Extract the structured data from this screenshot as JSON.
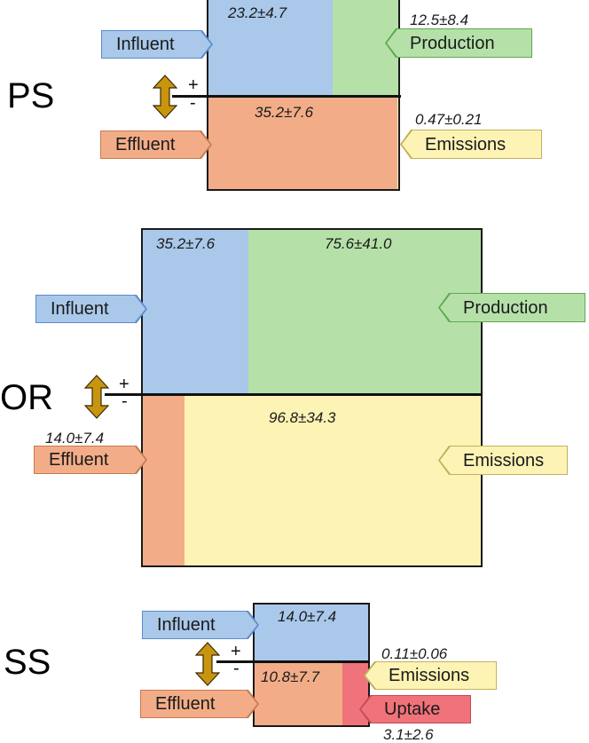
{
  "diagrams": {
    "ps": {
      "label": "PS",
      "influent": "23.2±4.7",
      "production": "12.5±8.4",
      "effluent": "35.2±7.6",
      "emissions": "0.47±0.21"
    },
    "or": {
      "label": "OR",
      "influent": "35.2±7.6",
      "production": "75.6±41.0",
      "effluent": "14.0±7.4",
      "emissions": "96.8±34.3"
    },
    "ss": {
      "label": "SS",
      "influent": "14.0±7.4",
      "effluent": "10.8±7.7",
      "emissions": "0.11±0.06",
      "uptake": "3.1±2.6"
    }
  },
  "tags": {
    "influent": "Influent",
    "production": "Production",
    "effluent": "Effluent",
    "emissions": "Emissions",
    "uptake": "Uptake"
  },
  "signs": {
    "plus": "+",
    "minus": "-"
  },
  "colors": {
    "influent": "#a9c8ea",
    "production": "#b5e1a8",
    "effluent": "#f2ad88",
    "emissions": "#fcf3b5",
    "uptake": "#f0727a",
    "arrow": "#c8950f"
  },
  "icons": [
    "double-arrow-icon"
  ]
}
